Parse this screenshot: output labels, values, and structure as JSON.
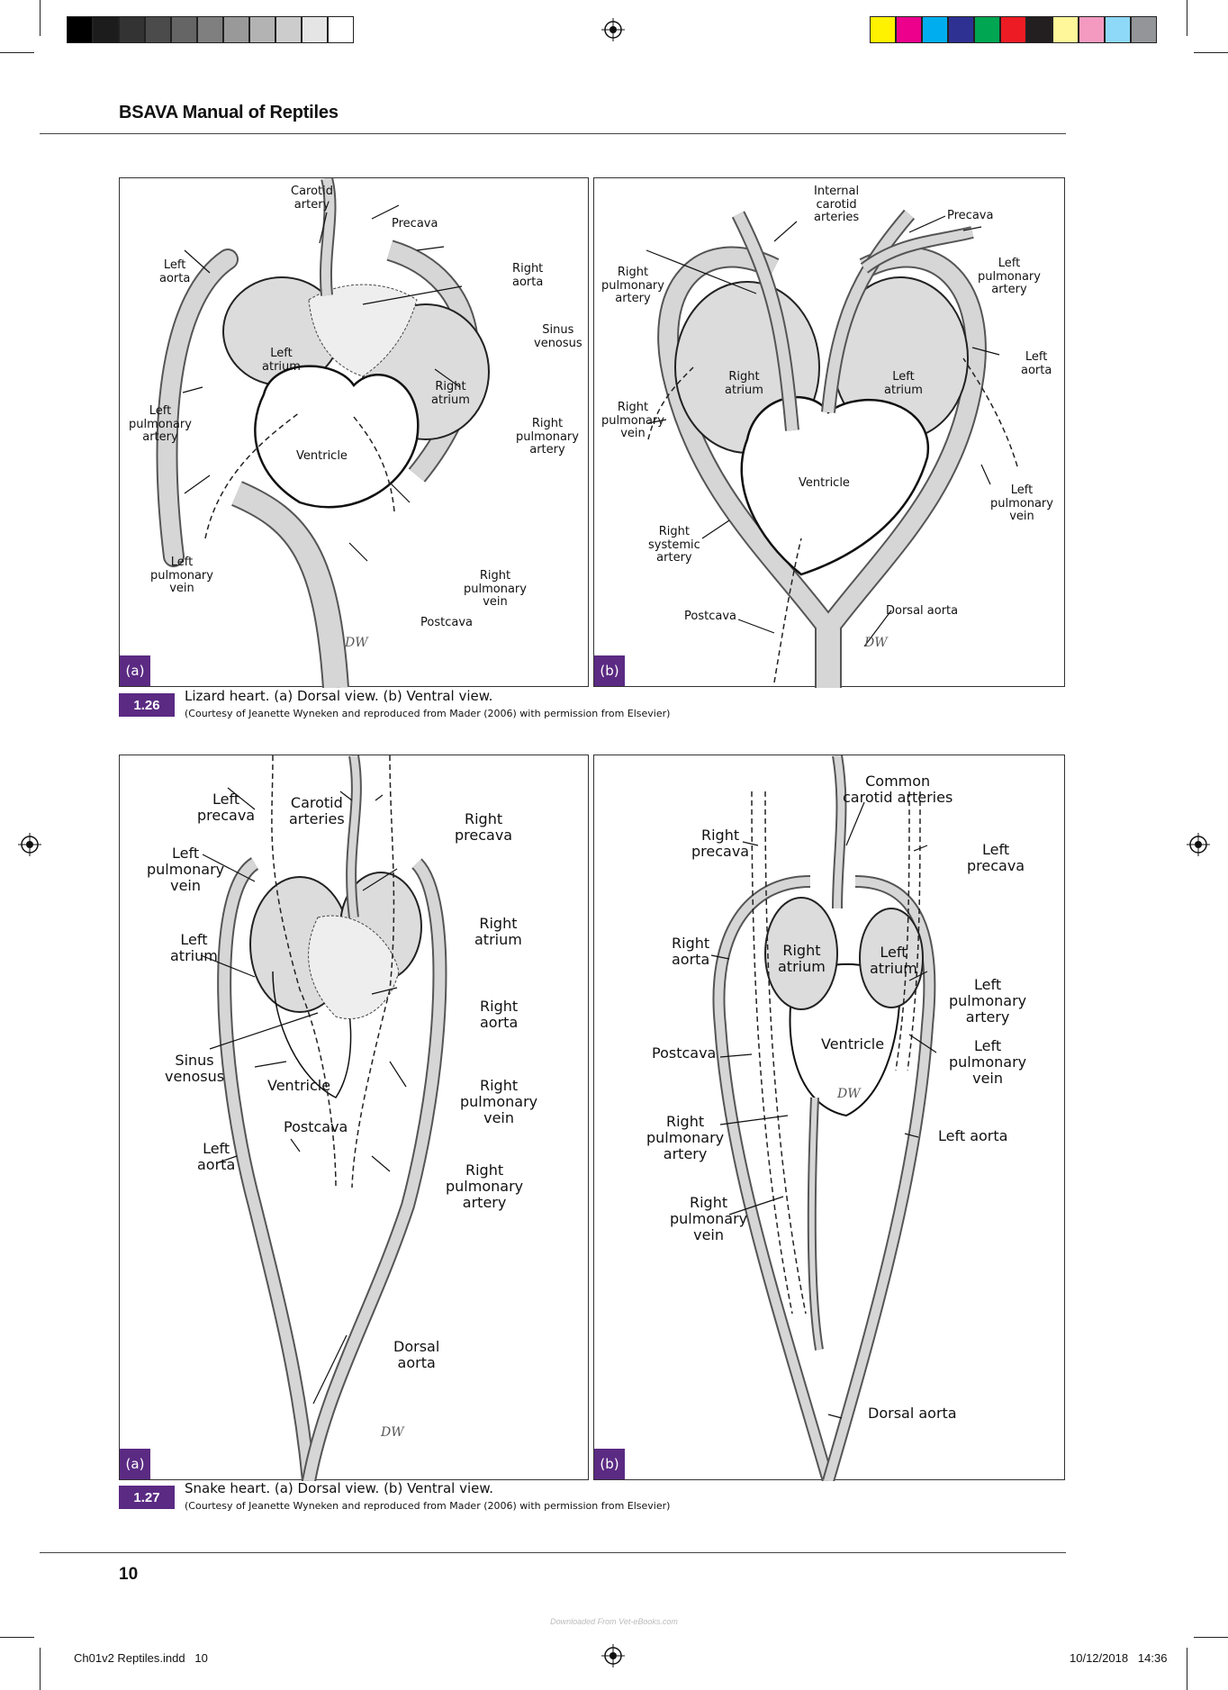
{
  "header": {
    "title": "BSAVA Manual of Reptiles"
  },
  "colors": {
    "accent_purple": "#5b2a83",
    "gray_swatches": [
      "#000000",
      "#1c1c1c",
      "#333333",
      "#4b4b4b",
      "#656565",
      "#7f7f7f",
      "#999999",
      "#b3b3b3",
      "#cccccc",
      "#e5e5e5",
      "#ffffff"
    ],
    "color_swatches": [
      "#fff200",
      "#ec008c",
      "#00aeef",
      "#2e3192",
      "#00a651",
      "#ed1c24",
      "#231f20",
      "#fff799",
      "#f49ac1",
      "#8ed8f8",
      "#939598"
    ]
  },
  "figure_1_26": {
    "number": "1.26",
    "caption": "Lizard heart. (a) Dorsal view. (b) Ventral view.",
    "credit": "(Courtesy of Jeanette Wyneken and reproduced from Mader (2006) with permission from Elsevier)",
    "panel_a": {
      "tag": "(a)",
      "labels": {
        "carotid_artery": "Carotid\nartery",
        "precava": "Precava",
        "left_aorta": "Left\naorta",
        "right_aorta": "Right\naorta",
        "sinus_venosus": "Sinus\nvenosus",
        "left_atrium": "Left\natrium",
        "right_atrium": "Right\natrium",
        "left_pulmonary_artery": "Left\npulmonary\nartery",
        "right_pulmonary_artery": "Right\npulmonary\nartery",
        "ventricle": "Ventricle",
        "left_pulmonary_vein": "Left\npulmonary\nvein",
        "right_pulmonary_vein": "Right\npulmonary\nvein",
        "postcava": "Postcava"
      }
    },
    "panel_b": {
      "tag": "(b)",
      "labels": {
        "internal_carotid_arteries": "Internal\ncarotid\narteries",
        "precava": "Precava",
        "left_pulmonary_artery": "Left\npulmonary\nartery",
        "right_pulmonary_artery": "Right\npulmonary\nartery",
        "right_atrium": "Right\natrium",
        "left_atrium": "Left\natrium",
        "left_aorta": "Left\naorta",
        "right_pulmonary_vein": "Right\npulmonary\nvein",
        "ventricle": "Ventricle",
        "left_pulmonary_vein": "Left\npulmonary\nvein",
        "right_systemic_artery": "Right\nsystemic\nartery",
        "postcava": "Postcava",
        "dorsal_aorta": "Dorsal aorta"
      }
    }
  },
  "figure_1_27": {
    "number": "1.27",
    "caption": "Snake heart. (a) Dorsal view. (b) Ventral view.",
    "credit": "(Courtesy of Jeanette Wyneken and reproduced from Mader (2006) with permission from Elsevier)",
    "panel_a": {
      "tag": "(a)",
      "labels": {
        "left_precava": "Left\nprecava",
        "carotid_arteries": "Carotid\narteries",
        "right_precava": "Right\nprecava",
        "left_pulmonary_vein": "Left\npulmonary\nvein",
        "right_atrium": "Right\natrium",
        "left_atrium": "Left\natrium",
        "right_aorta": "Right\naorta",
        "sinus_venosus": "Sinus\nvenosus",
        "ventricle": "Ventricle",
        "right_pulmonary_vein": "Right\npulmonary\nvein",
        "postcava": "Postcava",
        "left_aorta": "Left\naorta",
        "right_pulmonary_artery": "Right\npulmonary\nartery",
        "dorsal_aorta": "Dorsal\naorta"
      }
    },
    "panel_b": {
      "tag": "(b)",
      "labels": {
        "common_carotid_arteries": "Common\ncarotid arteries",
        "right_precava": "Right\nprecava",
        "left_precava": "Left\nprecava",
        "right_aorta": "Right\naorta",
        "right_atrium": "Right\natrium",
        "left_atrium": "Left\natrium",
        "left_pulmonary_artery": "Left\npulmonary\nartery",
        "ventricle": "Ventricle",
        "postcava": "Postcava",
        "left_pulmonary_vein": "Left\npulmonary\nvein",
        "right_pulmonary_artery": "Right\npulmonary\nartery",
        "left_aorta": "Left aorta",
        "right_pulmonary_vein": "Right\npulmonary\nvein",
        "dorsal_aorta": "Dorsal aorta"
      }
    }
  },
  "page_number": "10",
  "footer": {
    "file": "Ch01v2 Reptiles.indd   10",
    "timestamp": "10/12/2018   14:36",
    "download_note": "Downloaded From Vet-eBooks.com"
  }
}
